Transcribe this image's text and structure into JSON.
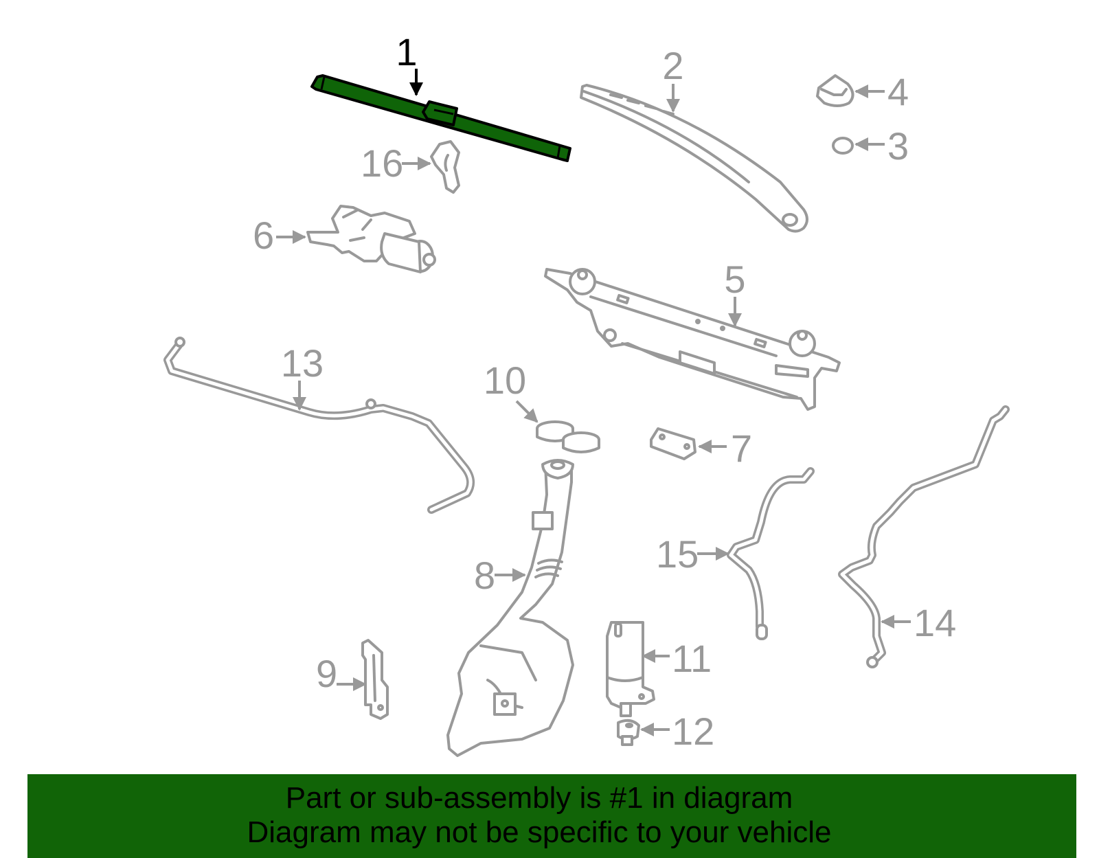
{
  "diagram": {
    "highlight_color": "#0f6408",
    "part_color": "#999999",
    "highlighted_part": "1",
    "callouts": [
      {
        "number": "1",
        "part": "wiper-blade",
        "highlighted": true
      },
      {
        "number": "2",
        "part": "wiper-arm"
      },
      {
        "number": "3",
        "part": "washer"
      },
      {
        "number": "4",
        "part": "cap"
      },
      {
        "number": "5",
        "part": "wiper-linkage"
      },
      {
        "number": "6",
        "part": "wiper-motor"
      },
      {
        "number": "7",
        "part": "bracket"
      },
      {
        "number": "8",
        "part": "washer-reservoir"
      },
      {
        "number": "9",
        "part": "reservoir-bracket"
      },
      {
        "number": "10",
        "part": "filler-neck-seal"
      },
      {
        "number": "11",
        "part": "washer-pump"
      },
      {
        "number": "12",
        "part": "pump-grommet"
      },
      {
        "number": "13",
        "part": "washer-hose"
      },
      {
        "number": "14",
        "part": "washer-hose"
      },
      {
        "number": "15",
        "part": "washer-hose"
      },
      {
        "number": "16",
        "part": "motor-bracket"
      }
    ]
  },
  "footer": {
    "background_color": "#116407",
    "line1": "Part or sub-assembly is #1 in diagram",
    "line2": "Diagram may not be specific to your vehicle"
  }
}
